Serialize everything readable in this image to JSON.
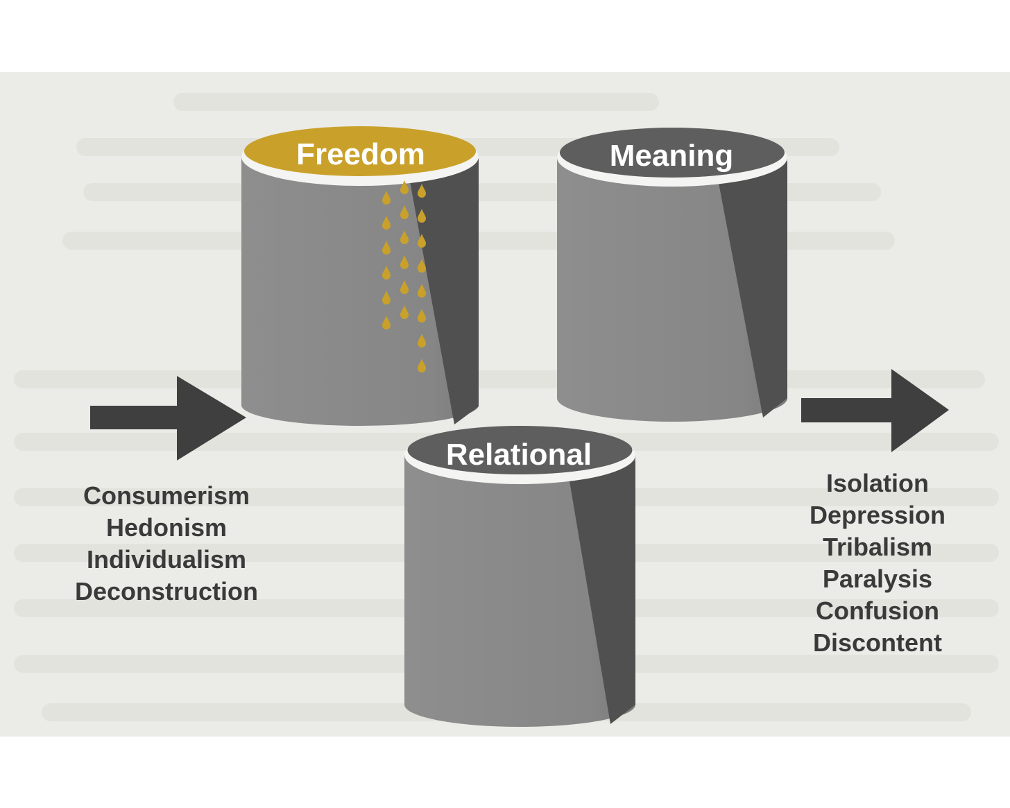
{
  "diagram": {
    "cylinders": [
      {
        "id": "freedom",
        "label": "Freedom",
        "top_color": "#c9a12a",
        "drops": true
      },
      {
        "id": "meaning",
        "label": "Meaning",
        "top_color": "#5e5e5e",
        "drops": false
      },
      {
        "id": "relational",
        "label": "Relational",
        "top_color": "#5e5e5e",
        "drops": false
      }
    ],
    "inputs": [
      "Consumerism",
      "Hedonism",
      "Individualism",
      "Deconstruction"
    ],
    "outputs": [
      "Isolation",
      "Depression",
      "Tribalism",
      "Paralysis",
      "Confusion",
      "Discontent"
    ],
    "colors": {
      "cylinder_body": "#8c8c8c",
      "cylinder_shadow": "#505050",
      "arrow": "#3f3f3f",
      "gold": "#c9a12a",
      "paper": "#ebebe7"
    }
  }
}
